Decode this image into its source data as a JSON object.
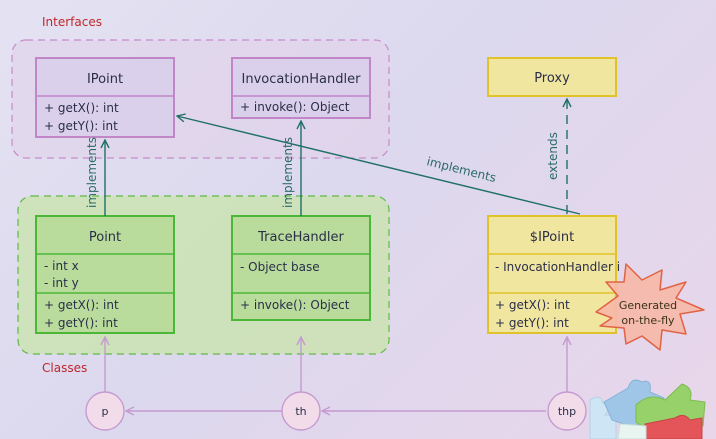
{
  "groups": {
    "interfaces": "Interfaces",
    "classes": "Classes"
  },
  "classes": {
    "ipoint": {
      "title": "IPoint",
      "methods": [
        "+ getX(): int",
        "+ getY(): int"
      ]
    },
    "invocation_handler": {
      "title": "InvocationHandler",
      "methods": [
        "+ invoke(): Object"
      ]
    },
    "proxy": {
      "title": "Proxy"
    },
    "point": {
      "title": "Point",
      "fields": [
        "- int x",
        "- int y"
      ],
      "methods": [
        "+ getX(): int",
        "+ getY(): int"
      ]
    },
    "trace_handler": {
      "title": "TraceHandler",
      "fields": [
        "- Object base"
      ],
      "methods": [
        "+ invoke(): Object"
      ]
    },
    "dollar_ipoint": {
      "title": "$IPoint",
      "fields": [
        "- InvocationHandler i"
      ],
      "methods": [
        "+ getX(): int",
        "+ getY(): int"
      ]
    }
  },
  "relations": {
    "implements_1": "implements",
    "implements_2": "implements",
    "implements_3": "implements",
    "extends": "extends"
  },
  "objects": {
    "p": "p",
    "th": "th",
    "thp": "thp"
  },
  "badge": {
    "line1": "Generated",
    "line2": "on-the-fly"
  },
  "colors": {
    "interface_fill": "#dad0ec",
    "interface_border": "#c086c8",
    "class_fill": "#b9dc9c",
    "class_border": "#4ab836",
    "proxy_fill": "#f1e6a0",
    "proxy_border": "#e0c22a",
    "arrow": "#207068",
    "object_arrow": "#c49ad0",
    "accent_red": "#c0262b",
    "star_fill": "#f6b8a8",
    "star_border": "#e06444"
  }
}
